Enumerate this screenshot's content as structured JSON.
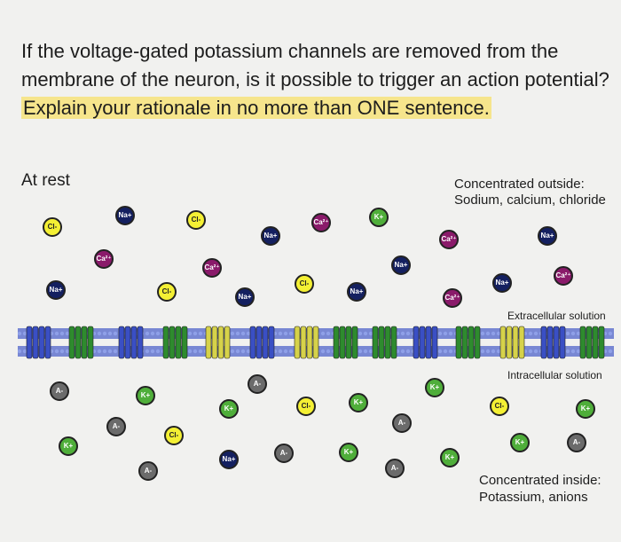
{
  "question": {
    "part1": "If the voltage-gated potassium channels are removed from the membrane of the neuron, is it possible to trigger an action potential?",
    "part2": "Explain your rationale in no more than ONE sentence.",
    "highlight_color": "#f6e58c"
  },
  "diagram": {
    "at_rest_label": "At rest",
    "outside_heading": "Concentrated outside:",
    "outside_items": "Sodium, calcium, chloride",
    "extracellular_label": "Extracellular solution",
    "intracellular_label": "Intracellular solution",
    "inside_heading": "Concentrated inside:",
    "inside_items": "Potassium, anions",
    "ion_labels": {
      "na": "Na+",
      "ca": "Ca²⁺",
      "cl": "Cl-",
      "k": "K+",
      "anion": "A-"
    },
    "colors": {
      "na": "#142060",
      "ca": "#8a1a6a",
      "cl": "#f4f034",
      "k": "#4fae3a",
      "anion": "#6b6b6b",
      "membrane": "#4f63c9",
      "channel_green": "#2e8b2e",
      "channel_blue": "#3a4fc4",
      "channel_yellow": "#d6d24a"
    }
  }
}
